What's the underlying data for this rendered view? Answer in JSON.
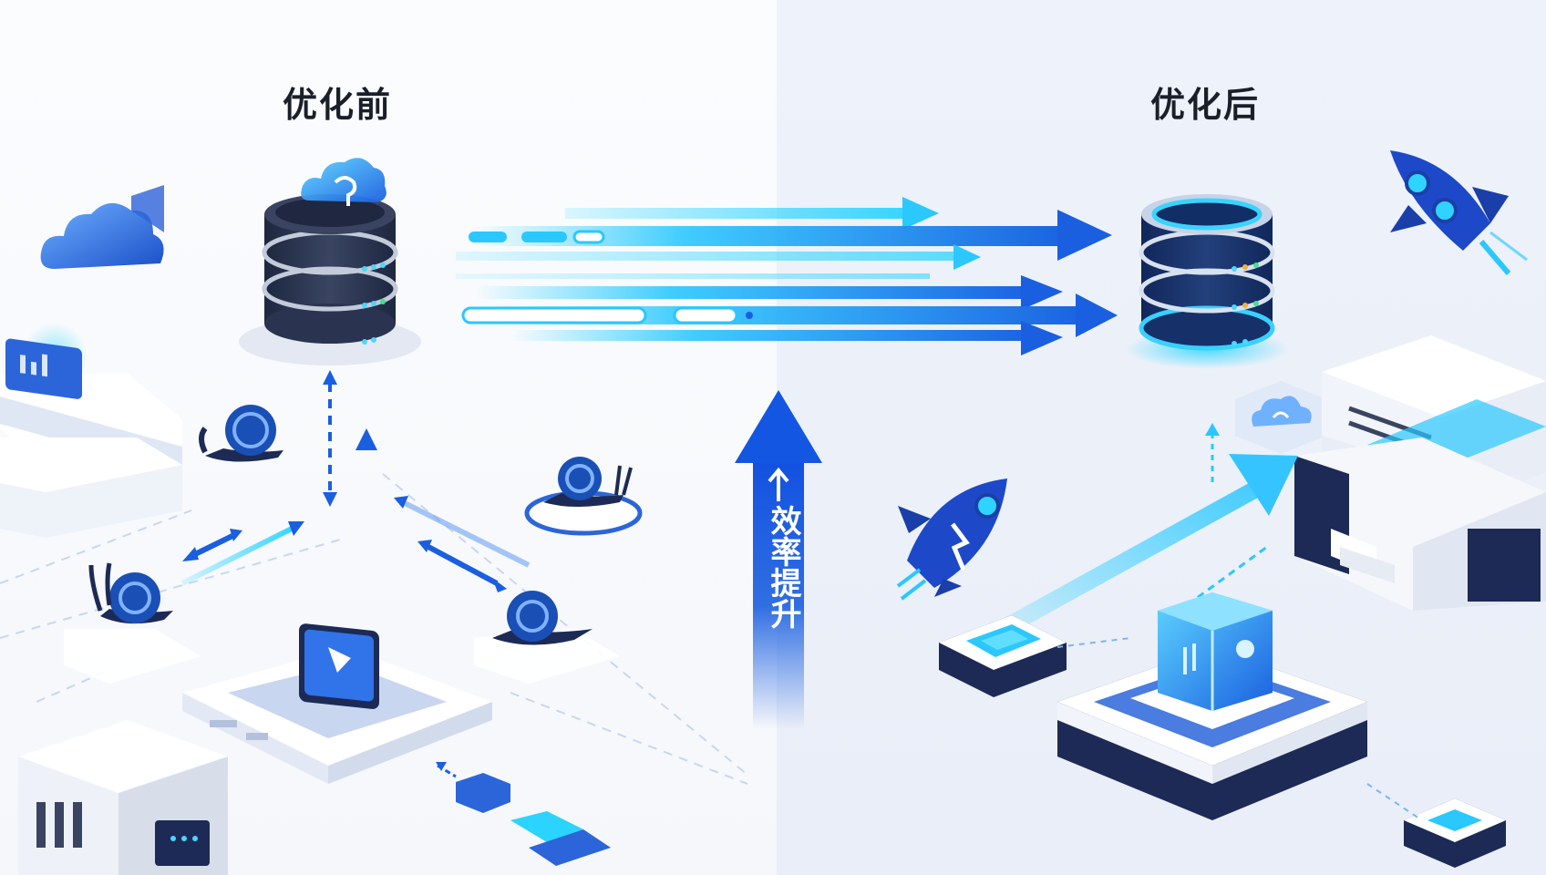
{
  "titles": {
    "before": "优化前",
    "after": "优化后"
  },
  "center_arrow": {
    "label": "效率提升"
  },
  "colors": {
    "accent_blue": "#1a5fe0",
    "cyan": "#2bd3ff",
    "server_dark": "#2c3650",
    "background_left": "#f8fafd",
    "background_right": "#ecf0f8"
  },
  "icons": {
    "before": [
      "cloud-icon",
      "database-server-icon",
      "snail-icon",
      "monitor-icon",
      "chart-card-icon",
      "server-rack-icon"
    ],
    "after": [
      "database-server-icon",
      "rocket-icon",
      "cube-chip-icon",
      "cloud-icon",
      "server-box-icon",
      "chip-icon"
    ]
  }
}
